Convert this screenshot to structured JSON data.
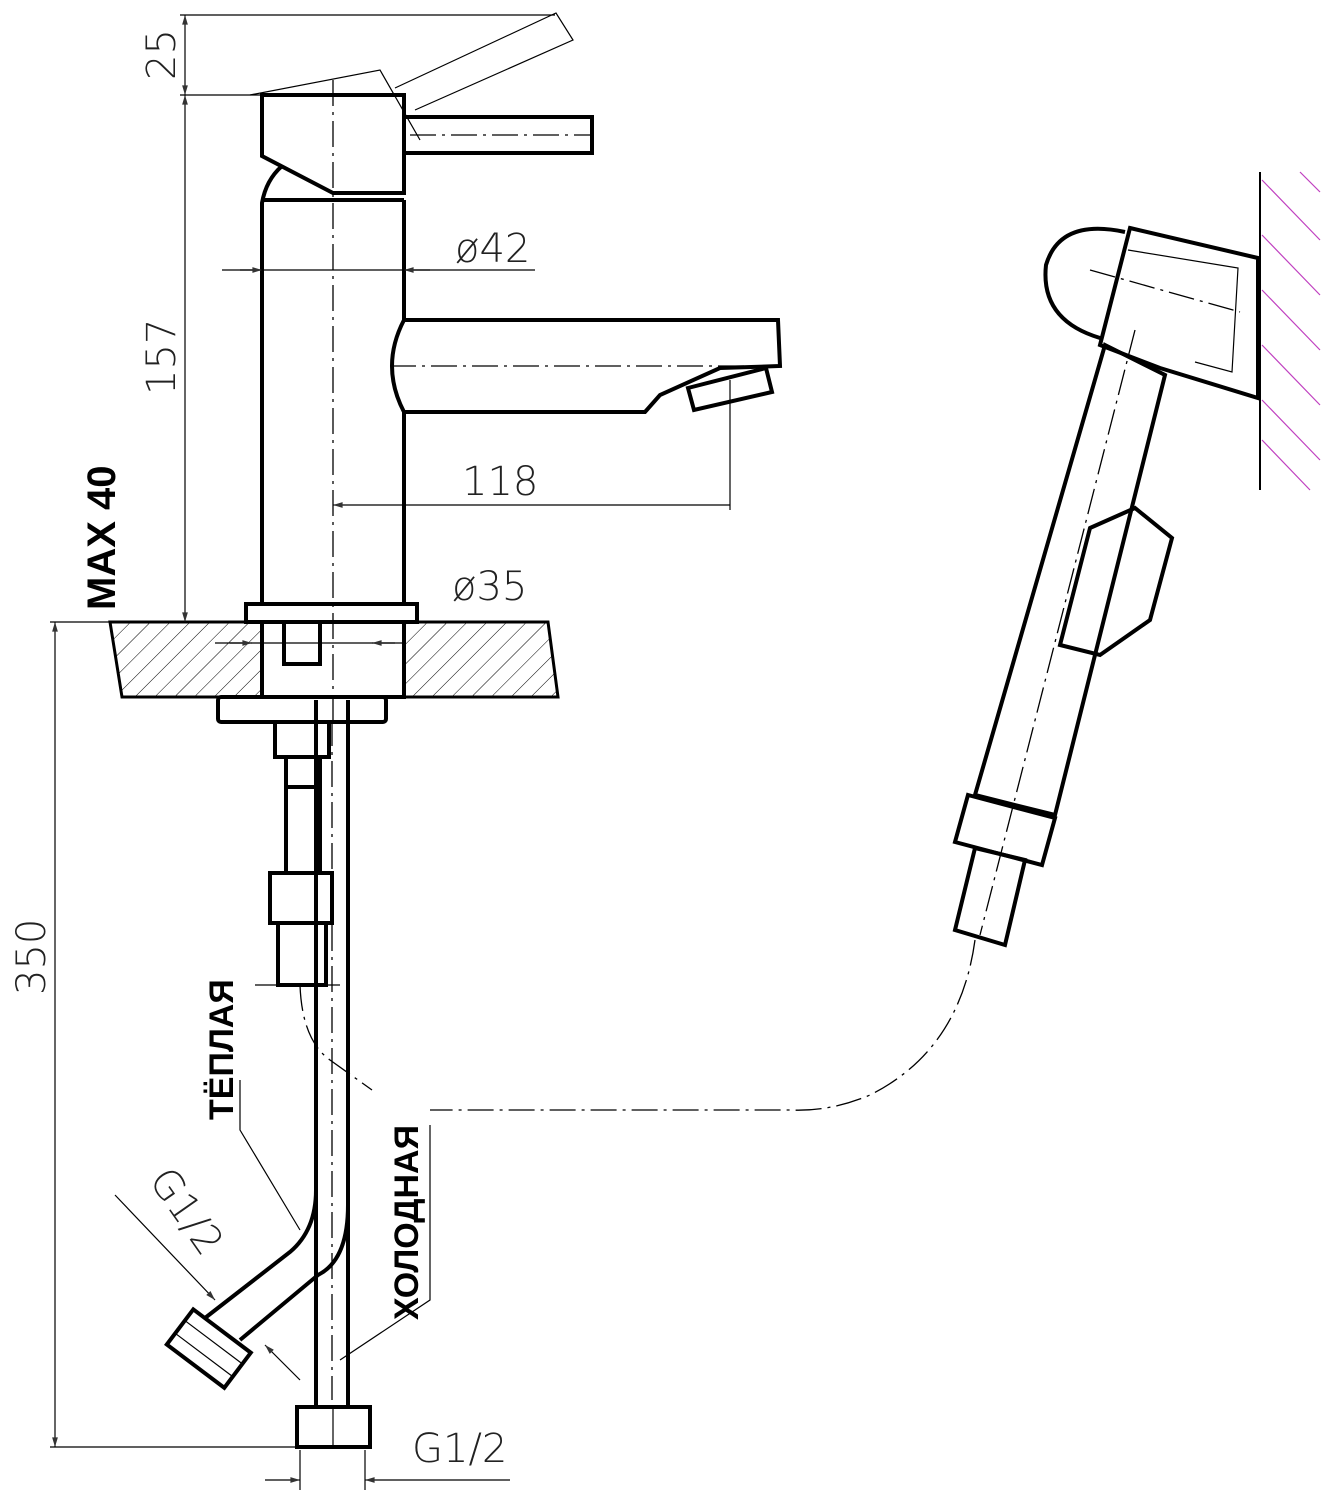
{
  "drawing": {
    "dimensions": {
      "lever_travel": "25",
      "height": "157",
      "body_diameter": "ø42",
      "spout_reach": "118",
      "base_diameter": "ø35",
      "max_counter_thickness": "MAX 40",
      "hose_length": "350",
      "warm_thread": "G1/2",
      "cold_thread": "G1/2"
    },
    "labels": {
      "warm": "ТЁПЛАЯ",
      "cold": "ХОЛОДНАЯ"
    },
    "colors": {
      "line": "#000000",
      "wall_hatch": "#c040c0"
    }
  }
}
